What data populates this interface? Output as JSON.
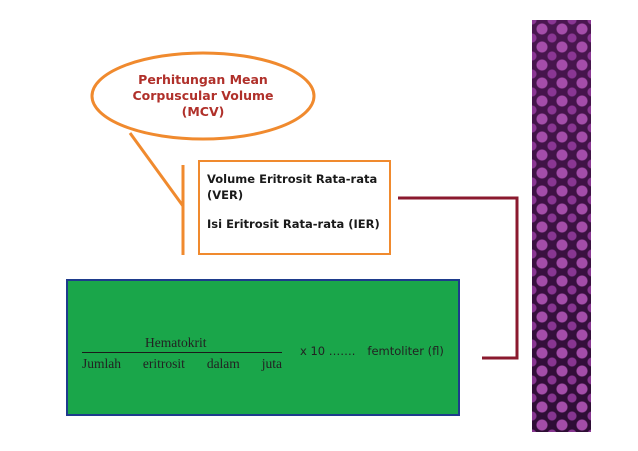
{
  "callout": {
    "lines": [
      "Perhitungan Mean",
      "Corpuscular Volume",
      "(MCV)"
    ],
    "text_color": "#b0302a",
    "border_color": "#f08a2e"
  },
  "definition_box": {
    "line1": "Volume Eritrosit Rata-rata",
    "line2": "(VER)",
    "line3": "Isi Eritrosit Rata-rata (IER)",
    "border_color": "#f08a2e"
  },
  "formula": {
    "numerator": "Hematokrit",
    "denominator": [
      "Jumlah",
      "eritrosit",
      "dalam",
      "juta"
    ],
    "multiplier": "x 10 …….",
    "unit": "femtoliter (fl)",
    "background_color": "#1aa64a",
    "border_color": "#1e3b8c"
  },
  "connector_color": "#8b1a2e",
  "decor": {
    "stripe_color": "#3d1246"
  }
}
